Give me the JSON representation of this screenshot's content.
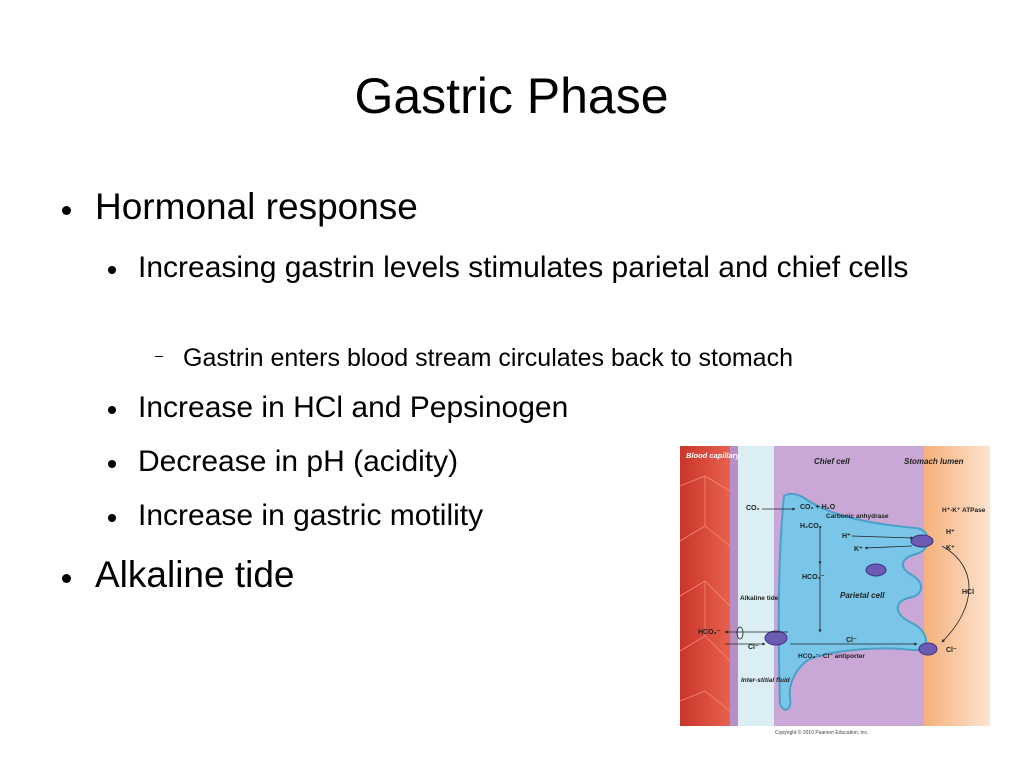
{
  "slide": {
    "title": "Gastric Phase",
    "bullets": [
      {
        "text": "Hormonal response"
      },
      {
        "text": "Increasing gastrin levels stimulates parietal and chief cells"
      },
      {
        "text": "Gastrin enters blood stream circulates back to stomach"
      },
      {
        "text": "Increase in HCl and Pepsinogen"
      },
      {
        "text": "Decrease in pH (acidity)"
      },
      {
        "text": "Increase in gastric motility"
      },
      {
        "text": "Alkaline tide"
      }
    ]
  },
  "figure": {
    "labels": {
      "blood_capillary": "Blood capillary",
      "chief_cell": "Chief cell",
      "stomach_lumen": "Stomach lumen",
      "parietal_cell": "Parietal cell",
      "interstitial_fluid": "Inter-stitial fluid",
      "alkaline_tide": "Alkaline tide",
      "co2": "CO₂",
      "co2_h2o": "CO₂ + H₂O",
      "carbonic_anhydrase": "Carbonic anhydrase",
      "h2co3": "H₂CO₃",
      "h_plus": "H⁺",
      "k_plus": "K⁺",
      "hco3": "HCO₃⁻",
      "cl": "Cl⁻",
      "hco3_cl_antiporter": "HCO₃⁻- Cl⁻ antiporter",
      "hk_atpase": "H⁺-K⁺ ATPase",
      "hcl": "HCl"
    },
    "copyright": "Copyright © 2010 Pearson Education, Inc."
  }
}
